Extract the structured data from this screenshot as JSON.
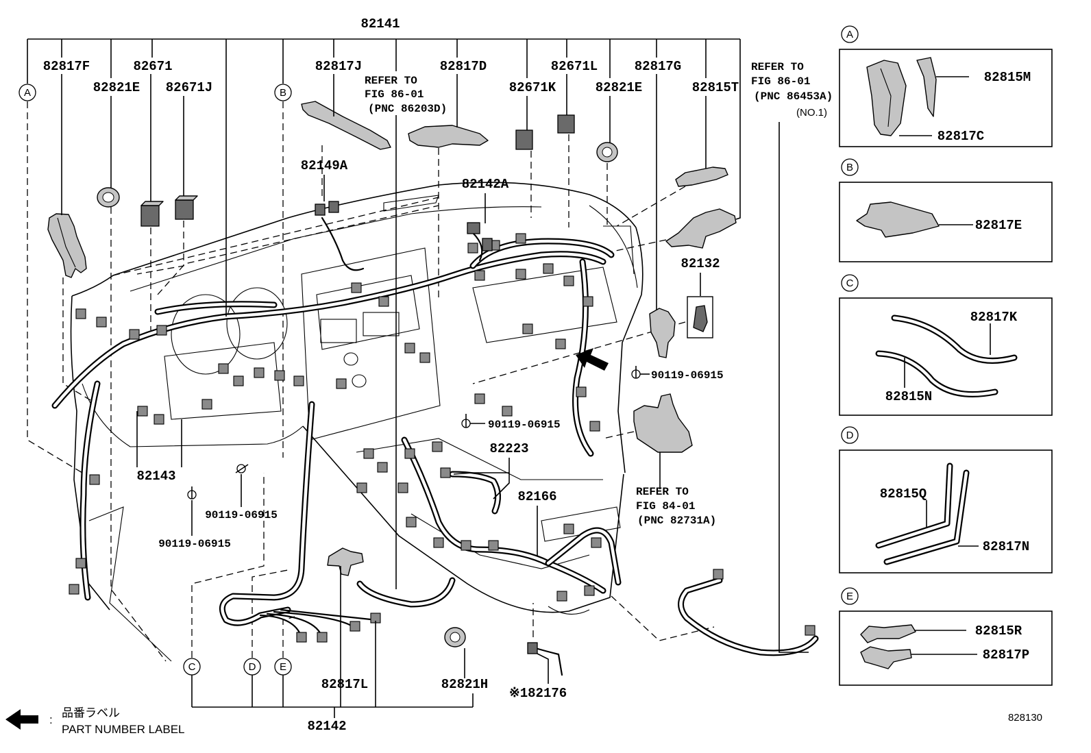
{
  "diagram": {
    "title_part": "82141",
    "markers": {
      "a": "A",
      "b": "B",
      "c": "C",
      "d": "D",
      "e": "E"
    },
    "callouts": {
      "c82817F": "82817F",
      "c82671": "82671",
      "c82821E_left": "82821E",
      "c82671J": "82671J",
      "c82817J": "82817J",
      "c82817D": "82817D",
      "c82671L": "82671L",
      "c82817G": "82817G",
      "c82671K": "82671K",
      "c82821E_right": "82821E",
      "c82815T": "82815T",
      "c82149A": "82149A",
      "c82142A": "82142A",
      "c82132": "82132",
      "bolt_right": "90119-06915",
      "bolt_center": "90119-06915",
      "c82223": "82223",
      "c82143": "82143",
      "c82166": "82166",
      "bolt_lower_1": "90119-06915",
      "bolt_lower_2": "90119-06915",
      "c82817L": "82817L",
      "c82821H": "82821H",
      "c82176": "※182176",
      "c82142": "82142"
    },
    "references": [
      {
        "lines": [
          "REFER TO",
          "FIG 86-01",
          "(PNC 86203D)"
        ]
      },
      {
        "lines": [
          "REFER TO",
          "FIG 86-01",
          "(PNC 86453A)",
          "(NO.1)"
        ]
      },
      {
        "lines": [
          "REFER TO",
          "FIG 84-01",
          "(PNC 82731A)"
        ]
      }
    ]
  },
  "detail_views": [
    {
      "marker": "A",
      "parts": [
        "82815M",
        "82817C"
      ]
    },
    {
      "marker": "B",
      "parts": [
        "82817E"
      ]
    },
    {
      "marker": "C",
      "parts": [
        "82817K",
        "82815N"
      ]
    },
    {
      "marker": "D",
      "parts": [
        "82815Q",
        "82817N"
      ]
    },
    {
      "marker": "E",
      "parts": [
        "82815R",
        "82817P"
      ]
    }
  ],
  "legend": {
    "separator": ":",
    "label_ja": "品番ラベル",
    "label_en": "PART NUMBER LABEL",
    "icon": "left-arrow-icon"
  },
  "figure_id": "828130"
}
